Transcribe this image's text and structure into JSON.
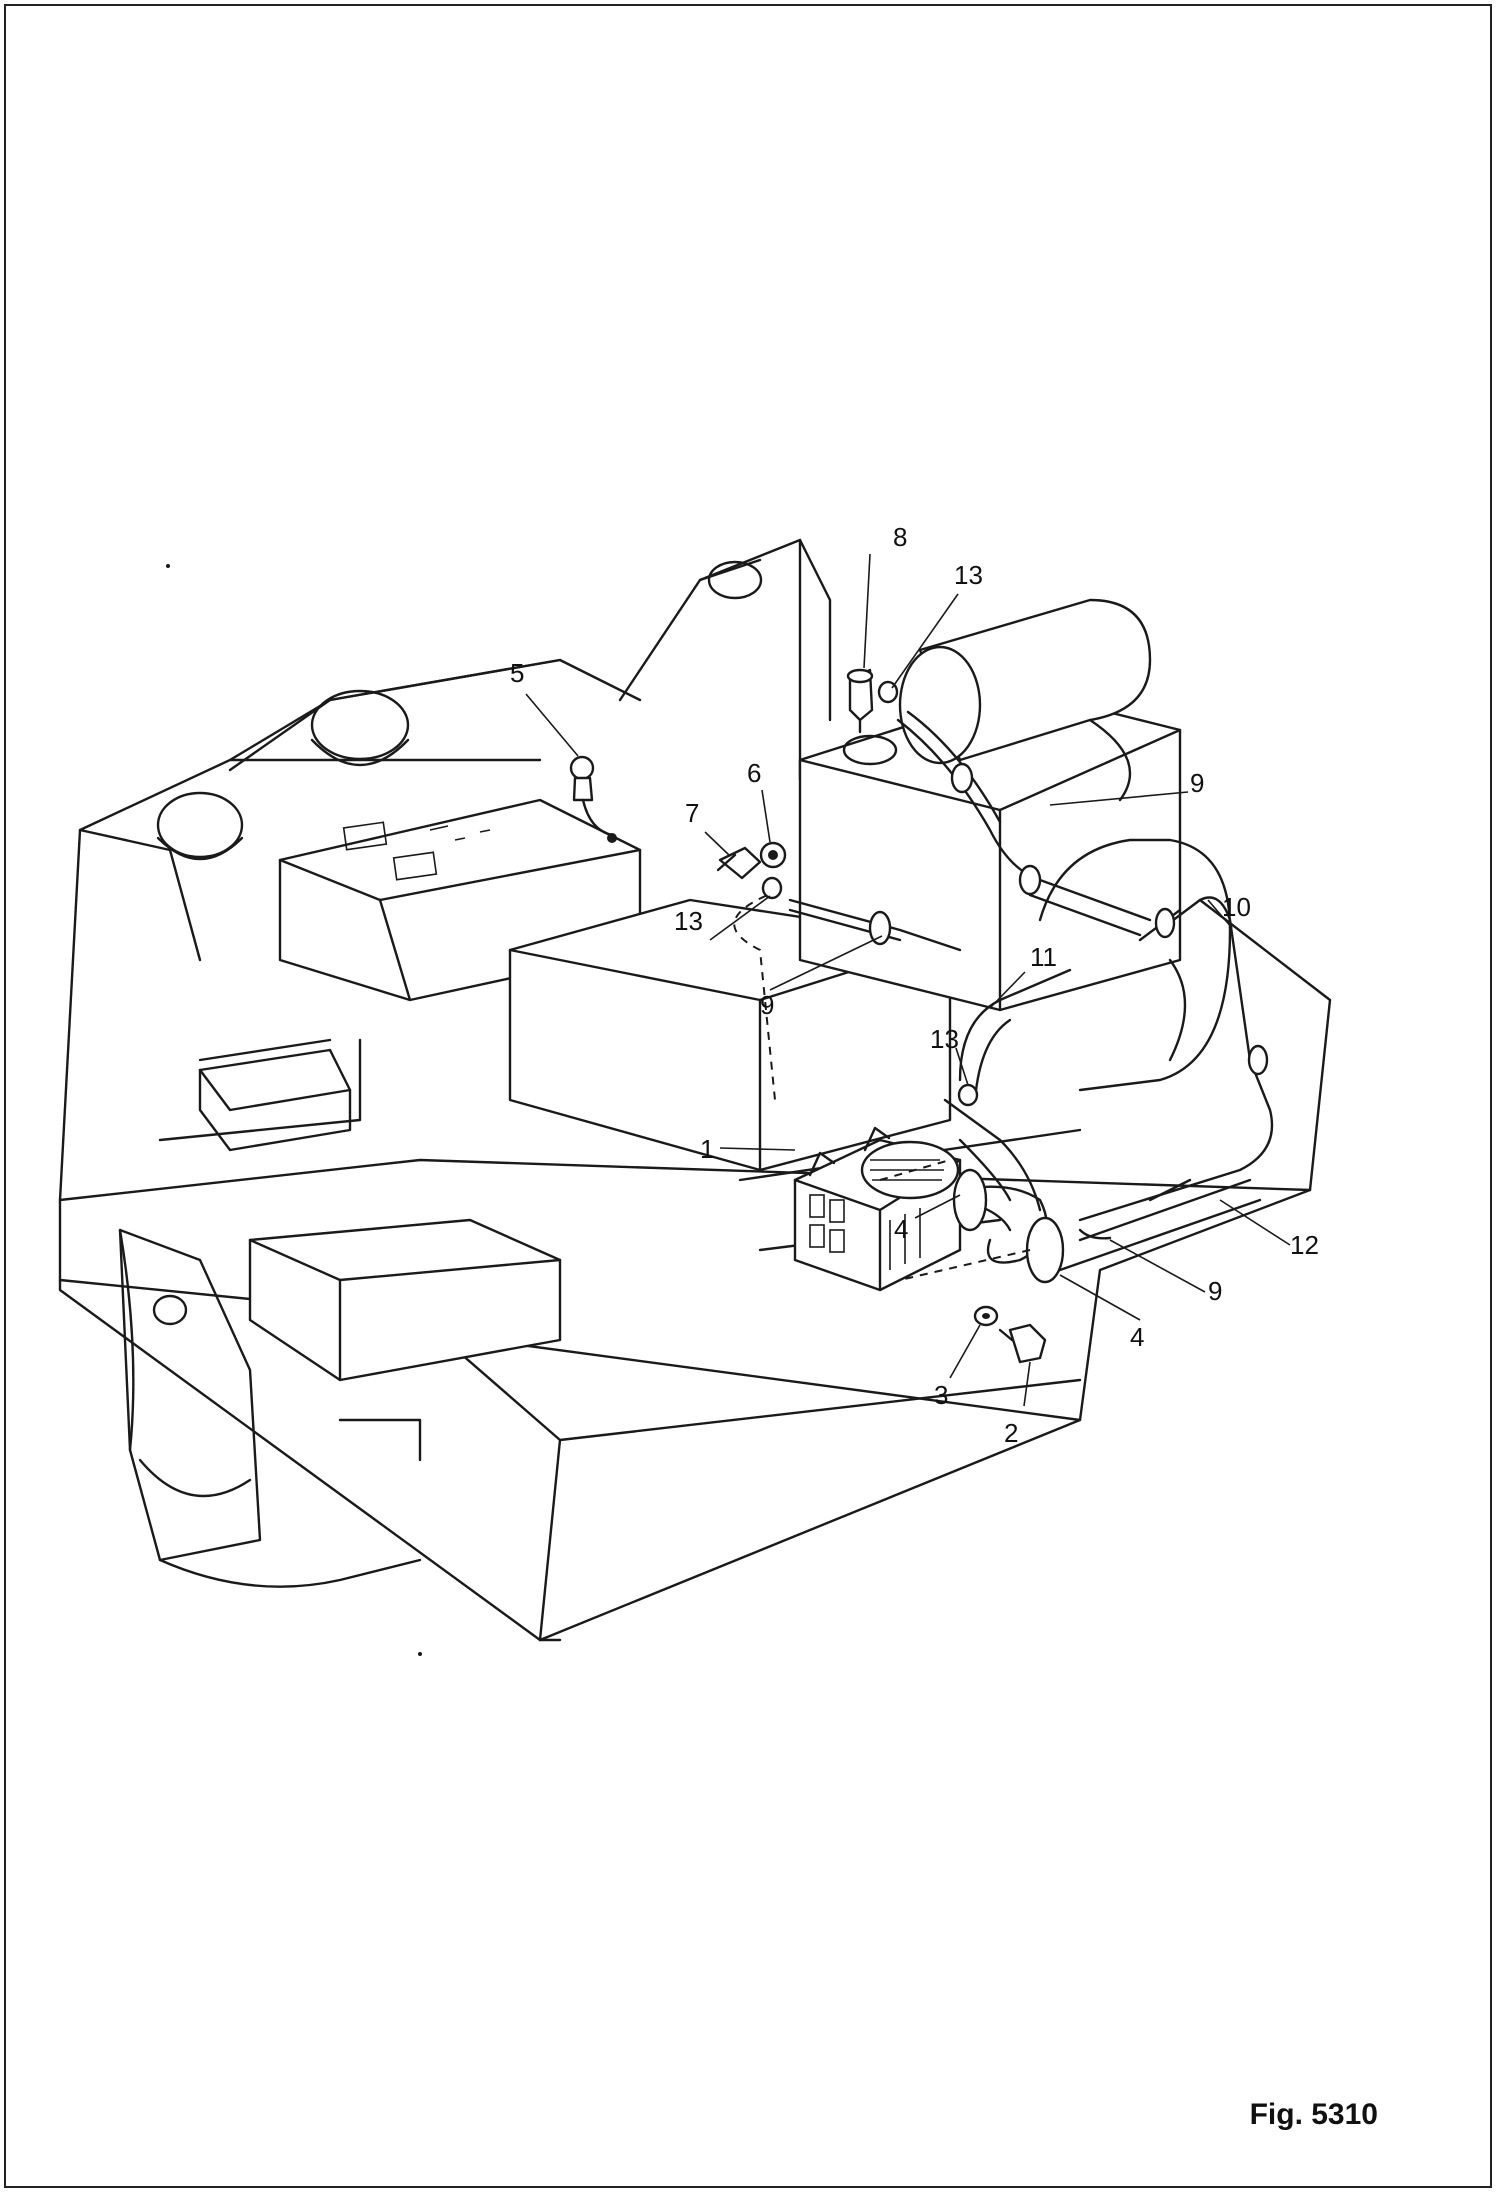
{
  "figure": {
    "label": "Fig. 5310"
  },
  "callouts": [
    {
      "id": "c1",
      "text": "1"
    },
    {
      "id": "c2",
      "text": "2"
    },
    {
      "id": "c3",
      "text": "3"
    },
    {
      "id": "c4a",
      "text": "4"
    },
    {
      "id": "c4b",
      "text": "4"
    },
    {
      "id": "c5",
      "text": "5"
    },
    {
      "id": "c6",
      "text": "6"
    },
    {
      "id": "c7",
      "text": "7"
    },
    {
      "id": "c8",
      "text": "8"
    },
    {
      "id": "c9a",
      "text": "9"
    },
    {
      "id": "c9b",
      "text": "9"
    },
    {
      "id": "c9c",
      "text": "9"
    },
    {
      "id": "c10",
      "text": "10"
    },
    {
      "id": "c11",
      "text": "11"
    },
    {
      "id": "c12",
      "text": "12"
    },
    {
      "id": "c13a",
      "text": "13"
    },
    {
      "id": "c13b",
      "text": "13"
    },
    {
      "id": "c13c",
      "text": "13"
    }
  ]
}
